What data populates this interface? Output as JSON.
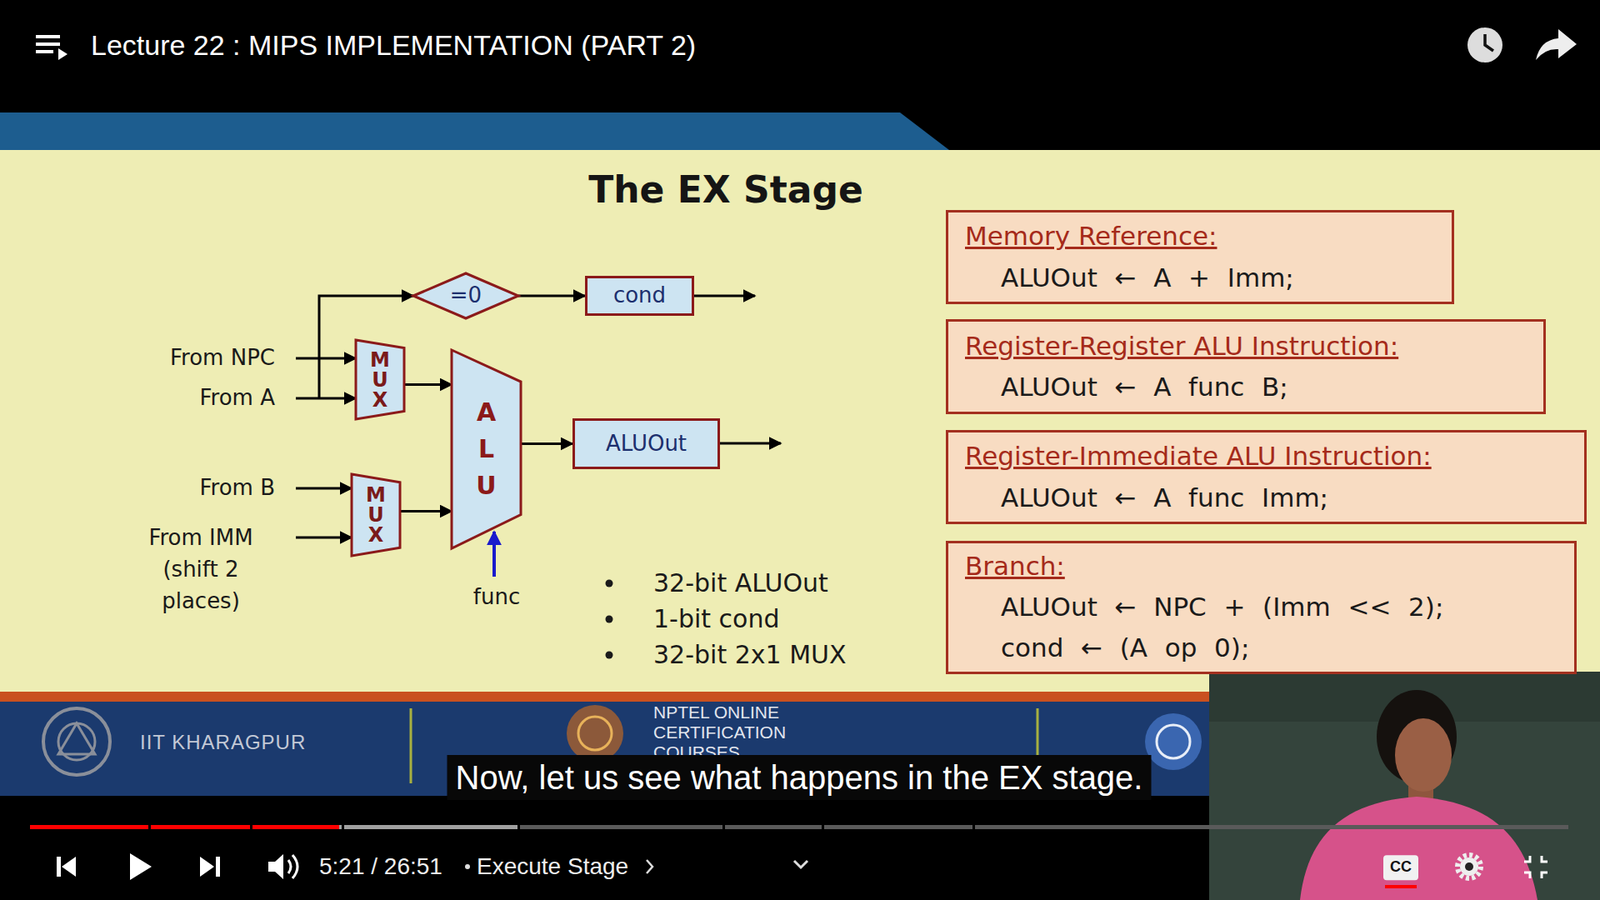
{
  "diagram": {
    "title": "The EX Stage",
    "nodes": [
      {
        "text": [
          "=0"
        ]
      },
      {
        "text": [
          "cond"
        ]
      },
      {
        "text": [
          "M U X"
        ]
      },
      {
        "text": [
          "A L U"
        ]
      },
      {
        "text": [
          "M U X"
        ]
      },
      {
        "text": [
          "ALUOut"
        ]
      },
      {
        "text": [
          "Memory Reference:",
          "ALUOut ← A + Imm;"
        ]
      },
      {
        "text": [
          "Register-Register ALU Instruction:",
          "ALUOut ← A func B;"
        ]
      },
      {
        "text": [
          "Register-Immediate ALU Instruction:",
          "ALUOut ← A func Imm;"
        ]
      },
      {
        "text": [
          "Branch:",
          "ALUOut ← NPC + (Imm << 2);",
          "cond ← (A op 0);"
        ]
      }
    ],
    "edges": [
      {
        "from": 0,
        "to": 1,
        "arrow": "to"
      },
      {
        "from": 2,
        "to": 3,
        "arrow": "to"
      },
      {
        "from": 4,
        "to": 3,
        "arrow": "to"
      },
      {
        "from": 3,
        "to": 5,
        "arrow": "to"
      }
    ],
    "labels": [
      "Lecture 22 : MIPS IMPLEMENTATION (PART 2)",
      "From NPC",
      "From A",
      "From B",
      "From IMM (shift 2 places)",
      "func",
      "32-bit ALUOut",
      "1-bit cond",
      "32-bit 2x1 MUX",
      "IIT KHARAGPUR",
      "NPTEL ONLINE CERTIFICATION COURSES",
      "Now, let us see what happens in the EX stage.",
      "5:21 / 26:51",
      "Execute Stage",
      "CC"
    ]
  }
}
